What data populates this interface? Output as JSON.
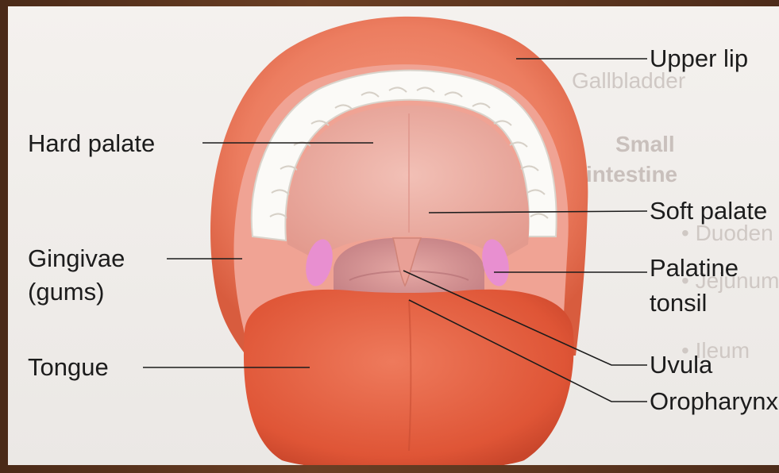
{
  "labels": {
    "upper_lip": "Upper lip",
    "hard_palate": "Hard palate",
    "soft_palate": "Soft palate",
    "gingivae_line1": "Gingivae",
    "gingivae_line2": "(gums)",
    "palatine_line1": "Palatine",
    "palatine_line2": "tonsil",
    "tongue": "Tongue",
    "uvula": "Uvula",
    "oropharynx": "Oropharynx"
  },
  "background_text": {
    "gallbladder": "Gallbladder",
    "small": "Small",
    "intestine": "intestine",
    "duodenum": "• Duoden",
    "jejunum": "• Jejunum",
    "ileum": "• Ileum"
  },
  "colors": {
    "lip": "#e8765a",
    "tongue": "#e25a3e",
    "palate": "#e9a49a",
    "tonsil": "#e88fd0",
    "teeth": "#fbfaf7"
  }
}
